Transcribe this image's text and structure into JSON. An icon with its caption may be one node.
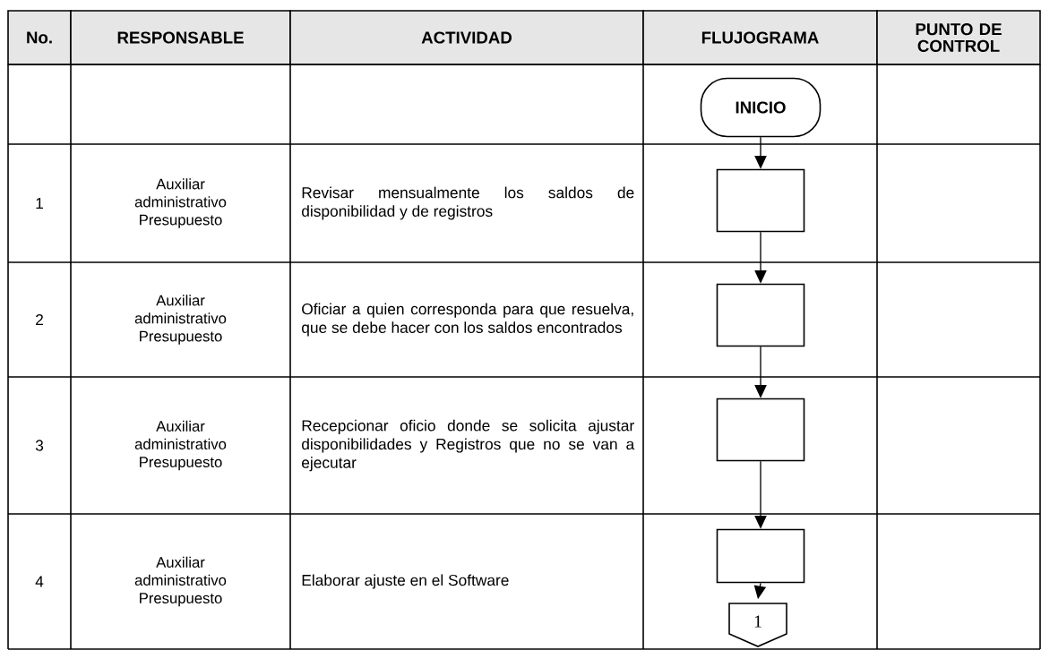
{
  "diagram": {
    "nodes": [
      {
        "text": [
          "INICIO"
        ]
      },
      {
        "text": [],
        "shape": "box"
      },
      {
        "text": [],
        "shape": "box"
      },
      {
        "text": [],
        "shape": "box"
      },
      {
        "text": [],
        "shape": "box"
      },
      {
        "text": [
          "1"
        ]
      }
    ],
    "edges": [
      {
        "from": 0,
        "to": 1,
        "arrow": "to"
      },
      {
        "from": 1,
        "to": 2,
        "arrow": "to"
      },
      {
        "from": 2,
        "to": 3,
        "arrow": "to"
      },
      {
        "from": 3,
        "to": 4,
        "arrow": "to"
      },
      {
        "from": 4,
        "to": 5,
        "arrow": "to"
      }
    ],
    "labels": [
      "No.",
      "RESPONSABLE",
      "ACTIVIDAD",
      "FLUJOGRAMA",
      "PUNTO DE CONTROL",
      "1",
      "Auxiliar administrativo Presupuesto",
      "Revisar mensualmente los saldos de disponibilidad y de registros",
      "2",
      "Auxiliar administrativo Presupuesto",
      "Oficiar a quien corresponda para que resuelva, que se debe hacer con los saldos encontrados",
      "3",
      "Auxiliar administrativo Presupuesto",
      "Recepcionar oficio donde se solicita ajustar disponibilidades y Registros que no se van a ejecutar",
      "4",
      "Auxiliar administrativo Presupuesto",
      "Elaborar ajuste en el Software"
    ]
  }
}
